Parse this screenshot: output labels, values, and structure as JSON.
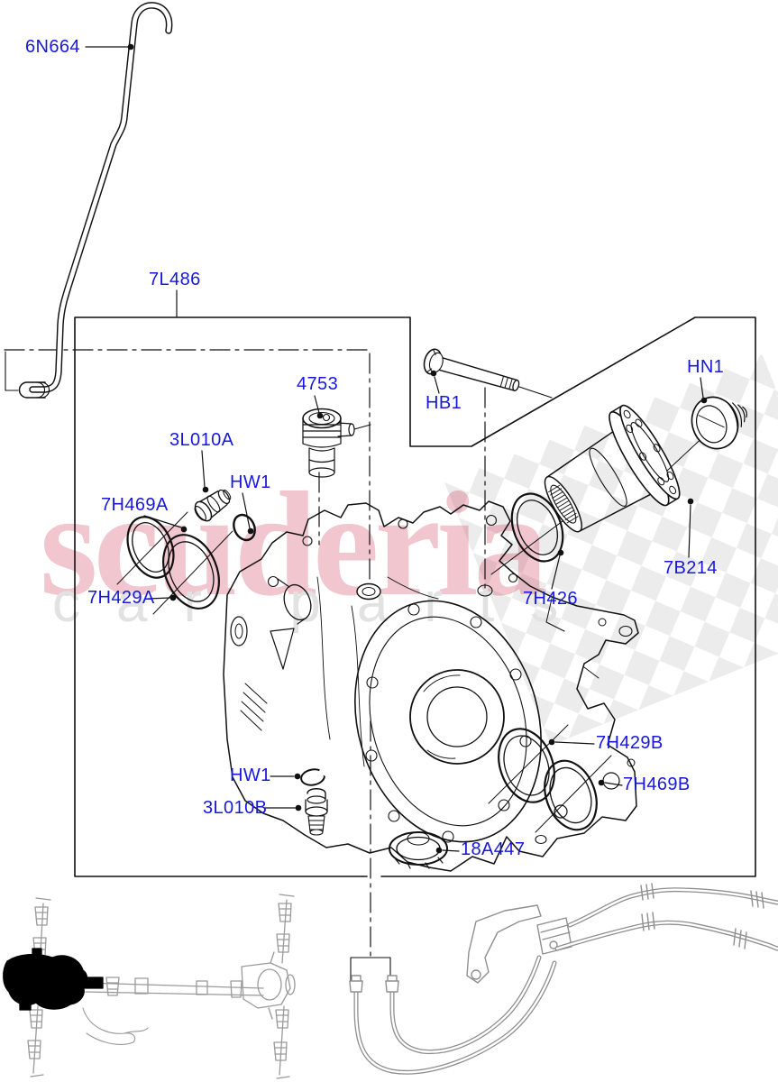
{
  "watermark": {
    "brand": "scuderia",
    "tagline": "car parts"
  },
  "colors": {
    "label_blue": "#1818dd",
    "line_black": "#111111",
    "thumbnail_gray": "#979797",
    "watermark_red": "rgba(204,52,78,0.28)",
    "watermark_gray": "#e2e2e2",
    "checker_gray": "#ececec",
    "highlight_black": "#000000"
  },
  "parts": [
    {
      "code": "6N664"
    },
    {
      "code": "7L486"
    },
    {
      "code": "4753"
    },
    {
      "code": "HB1"
    },
    {
      "code": "HN1"
    },
    {
      "code": "3L010A"
    },
    {
      "code": "HW1"
    },
    {
      "code": "7H469A"
    },
    {
      "code": "7H429A"
    },
    {
      "code": "7H426"
    },
    {
      "code": "7B214"
    },
    {
      "code": "7H429B"
    },
    {
      "code": "7H469B"
    },
    {
      "code": "HW1"
    },
    {
      "code": "3L010B"
    },
    {
      "code": "18A447"
    }
  ]
}
